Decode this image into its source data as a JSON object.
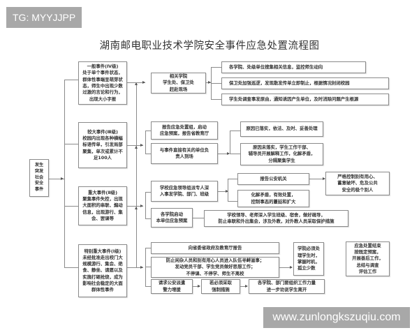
{
  "watermarks": {
    "top": "TG: MYYJJPP",
    "bottom": "www.zunlongkszuqiu.com"
  },
  "title": "湖南邮电职业技术学院安全事件应急处置流程图",
  "colors": {
    "border": "#8a8a8a",
    "watermark_bg": "#a8a8a8",
    "text": "#333333"
  },
  "start": {
    "label": "发生\n突发\n社会\n安全\n事件"
  },
  "levels": [
    {
      "id": "level4",
      "label": "一般事件(Ⅳ级)\n处于单个事件状态，\n群体性事端呈萌芽状\n态，师生中出现少数\n过激的言论和行为，\n出现大小字报",
      "actions": [
        {
          "label": "相关学院\n学生处、保卫处\n赶赴现场"
        }
      ],
      "outcomes": [
        {
          "label": "各学院、处级单位搜集相关信息，监控师生动向"
        },
        {
          "label": "保卫处加强巡逻，发现散发传单立即制止，根据情况封闭校园"
        },
        {
          "label": "学生处调查事发原由，通知诱因产生单位，及时消除问题产生根源"
        }
      ]
    },
    {
      "id": "level3",
      "label": "较大事件(Ⅲ级)\n校园内出现各种横幅\n标语传单，引发局部\n聚集，单次或累计不\n足100人",
      "actions": [
        {
          "label": "报告应急处置组，启动\n应急预案，报告省教育厅"
        },
        {
          "label": "与事件直接有关的单位负\n责人到场"
        }
      ],
      "outcomes": [
        {
          "label": "原因已落实，依法、及时、妥善处理"
        },
        {
          "label": "原因未落实，学生工作干部、\n辅导员开展解释工作，化解矛盾，\n分隔聚集学生"
        }
      ]
    },
    {
      "id": "level2",
      "label": "重大事件(Ⅱ级)\n聚集事件失控，出现\n大面积的串联、煽动\n信息，出现游行、集\n会、罢课等",
      "actions": [
        {
          "label": "学校应急领导组派专人深\n入事发学院、部门、班级"
        },
        {
          "label": "各学院启动\n本单位应急预案"
        }
      ],
      "outcomes": [
        {
          "label": "报告公安机关"
        },
        {
          "label": "化解矛盾，有效处置，\n控制事态的蔓延和扩大"
        },
        {
          "label": "学校领导、老师深入学生班级、宿舍，做好疏导，\n防止串联和外出集会，涉及外教，对外教人员采取保护措施"
        }
      ],
      "followup": {
        "label": "严格控制别有用心、\n蓄意破坏、危及公共\n安全的极个别人"
      }
    },
    {
      "id": "level1",
      "label": "特别重大事件(Ⅰ级)\n未经批准走出校门大\n规模游行、集会、绝\n食、静坐、请愿以及\n实施打砸抢烧，成为\n影响社会稳定的大面\n群体性事件",
      "actions": [
        {
          "label": "向省委省政府及教育厅报告"
        },
        {
          "label": "防止闲杂人员和别有用心人员进入队伍寻衅滋事；\n发动党员干部、学生党员做好思想工作；\n不停课、不停学、师生不离校"
        },
        {
          "label": "请求公安派遣\n警力增援"
        },
        {
          "label": "若必须采取\n强制措施"
        },
        {
          "label": "各学院、部门要组织工作力量\n进一步劝说学生离开"
        }
      ],
      "outcomes": [
        {
          "label": "学院必须处\n理学生时，\n掌握时机，\n孤立少数"
        }
      ]
    }
  ],
  "final": {
    "label": "应急处置结束\n按既定预案，\n开展善后工作，\n总结与调查\n评估工作"
  }
}
